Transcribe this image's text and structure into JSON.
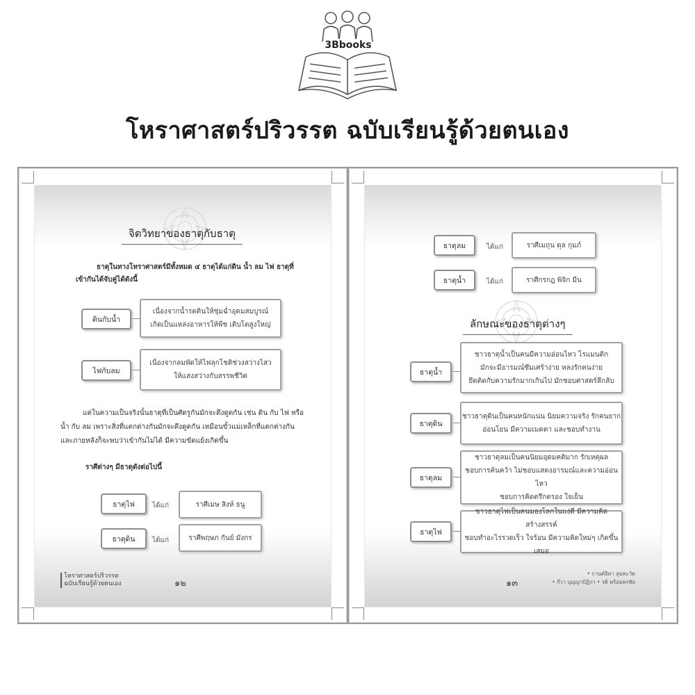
{
  "logo": {
    "brand": "3Bbooks"
  },
  "title": "โหราศาสตร์ปริวรรต ฉบับเรียนรู้ด้วยตนเอง",
  "left_page": {
    "heading": "จิตวิทยาของธาตุกับธาตุ",
    "intro_line1": "ธาตุในทางโหราศาสตร์มีทั้งหมด ๔ ธาตุได้แก่ดิน น้ำ ลม ไฟ ธาตุที่",
    "intro_line2": "เข้ากันได้จับคู่ได้ดังนี้",
    "pairs": [
      {
        "tag": "ดินกับน้ำ",
        "line1": "เนื่องจากน้ำรดดินให้ชุ่มฉ่ำอุดมสมบูรณ์",
        "line2": "เกิดเป็นแหล่งอาหารให้พืช เติบโตสูงใหญ่"
      },
      {
        "tag": "ไฟกับลม",
        "line1": "เนื่องจากลมพัดให้ไฟลุกโชติช่วงสว่างไสว",
        "line2": "ให้แสงสว่างกับสรรพชีวิต"
      }
    ],
    "body_line1": "แต่ในความเป็นจริงนั้นธาตุที่เป็นศัตรูกันมักจะดึงดูดกัน เช่น ดิน กับ ไฟ หรือ",
    "body_line2": "น้ำ กับ ลม เพราะสิ่งที่แตกต่างกันมักจะดึงดูดกัน เหมือนขั้วแม่เหล็กที่แตกต่างกัน",
    "body_line3": "และภายหลังก็จะพบว่าเข้ากันไม่ได้ มีความขัดแย้งเกิดขึ้น",
    "sub_heading": "ราศีต่างๆ มีธาตุดังต่อไปนี้",
    "signs": [
      {
        "tag": "ธาตุไฟ",
        "label": "ได้แก่",
        "value": "ราศีเมษ สิงห์ ธนู"
      },
      {
        "tag": "ธาตุดิน",
        "label": "ได้แก่",
        "value": "ราศีพฤษภ กันย์ มังกร"
      }
    ],
    "footer_line1": "โหราศาสตร์ปริวรรต",
    "footer_line2": "ฉบับเรียนรู้ด้วยตนเอง",
    "page_number": "๑๒"
  },
  "right_page": {
    "signs": [
      {
        "tag": "ธาตุลม",
        "label": "ได้แก่",
        "value": "ราศีเมถุน ตุล กุมภ์"
      },
      {
        "tag": "ธาตุน้ำ",
        "label": "ได้แก่",
        "value": "ราศีกรกฎ พิจิก มีน"
      }
    ],
    "heading": "ลักษณะของธาตุต่างๆ",
    "traits": [
      {
        "tag": "ธาตุน้ำ",
        "lines": [
          "ชาวธาตุน้ำเป็นคนมีความอ่อนไหว โรแมนติก",
          "มักจะมีอารมณ์ซึมเศร้าง่าย หลงรักคนง่าย",
          "ยึดติดกับความรักมากเกินไป มักชอบศาสตร์ลึกลับ"
        ]
      },
      {
        "tag": "ธาตุดิน",
        "lines": [
          "ชาวธาตุดินเป็นคนหนักแน่น นิยมความจริง รักคนยาก",
          "อ่อนโยน มีความเมตตา และชอบทำงาน"
        ]
      },
      {
        "tag": "ธาตุลม",
        "lines": [
          "ชาวธาตุลมเป็นคนนิยมอุดมคติมาก รักเหตุผล",
          "ชอบการค้นคว้า ไม่ชอบแสดงอารมณ์และความอ่อนไหว",
          "ชอบการคิดตรึกตรอง ใจเย็น"
        ]
      },
      {
        "tag": "ธาตุไฟ",
        "lines": [
          "ชาวธาตุไฟเป็นคนมองโลกในแง่ดี มีความคิดสร้างสรรค์",
          "ชอบทำอะไรรวดเร็ว ใจร้อน มีความคิดใหม่ๆ เกิดขึ้นเสมอ"
        ]
      }
    ],
    "page_number": "๑๓",
    "credit_line1": "• กานต์ธิดา สุนทะวัต",
    "credit_line2": "• ก๊วา บุญญาปัฏิกา • รติ พร้อมพรชัย"
  }
}
